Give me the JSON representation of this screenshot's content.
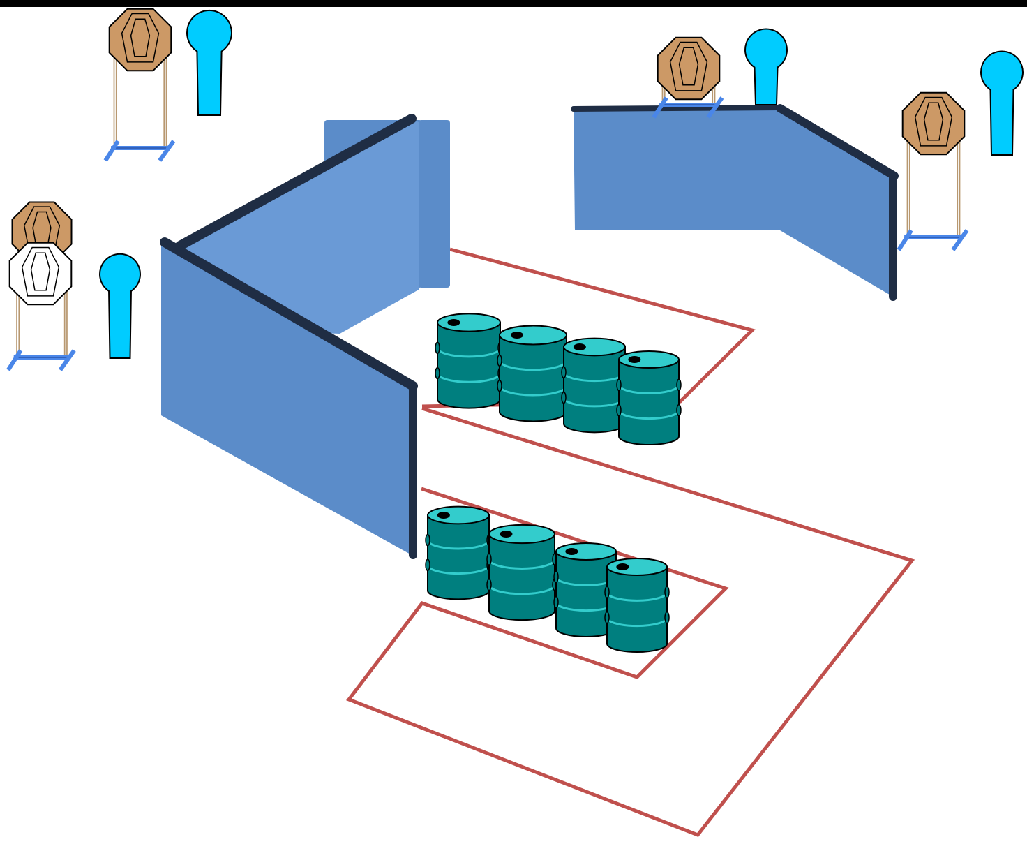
{
  "scene": {
    "type": "shooting stage diagram",
    "colors": {
      "top_bar": "#000000",
      "fault_line": "#c0504d",
      "wall_face": "#5b8cc9",
      "wall_face_light": "#6a9ad6",
      "wall_edge": "#1f2d44",
      "steel_target": "#cc9966",
      "steel_target_painted": "#ffffff",
      "paper_target": "#00ccff",
      "target_stand": "#4a86e8",
      "barrel_body": "#007f7f",
      "barrel_top": "#33cccc"
    },
    "counts": {
      "walls": 4,
      "barrel_stacks": 2,
      "barrels_per_stack": 4,
      "steel_targets": 5,
      "paper_targets": 4
    }
  }
}
